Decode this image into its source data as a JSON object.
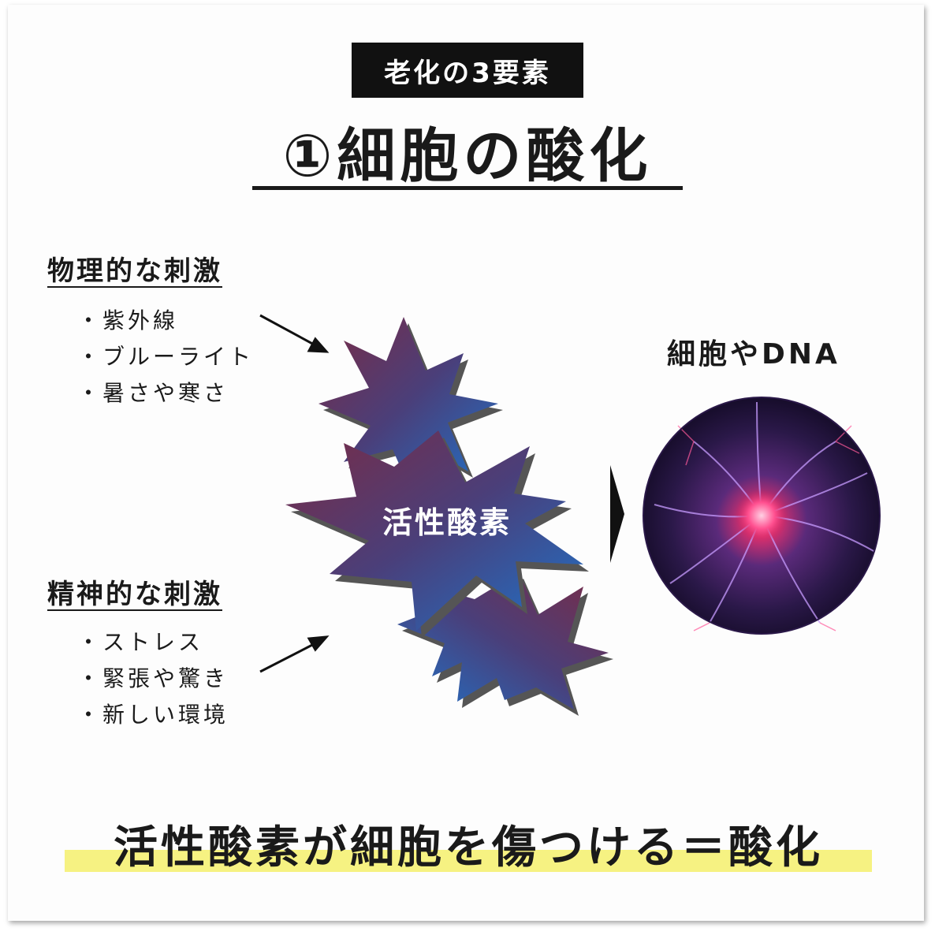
{
  "tag": "老化の3要素",
  "title": "①細胞の酸化",
  "physical": {
    "heading": "物理的な刺激",
    "items": [
      "紫外線",
      "ブルーライト",
      "暑さや寒さ"
    ]
  },
  "mental": {
    "heading": "精神的な刺激",
    "items": [
      "ストレス",
      "緊張や驚き",
      "新しい環境"
    ]
  },
  "center_label": "活性酸素",
  "target_label": "細胞やDNA",
  "conclusion": "活性酸素が細胞を傷つける＝酸化",
  "colors": {
    "star_dark": "#7a2b45",
    "star_blue": "#1f72c8",
    "highlight": "#f6f282",
    "tag_bg": "#111111"
  }
}
